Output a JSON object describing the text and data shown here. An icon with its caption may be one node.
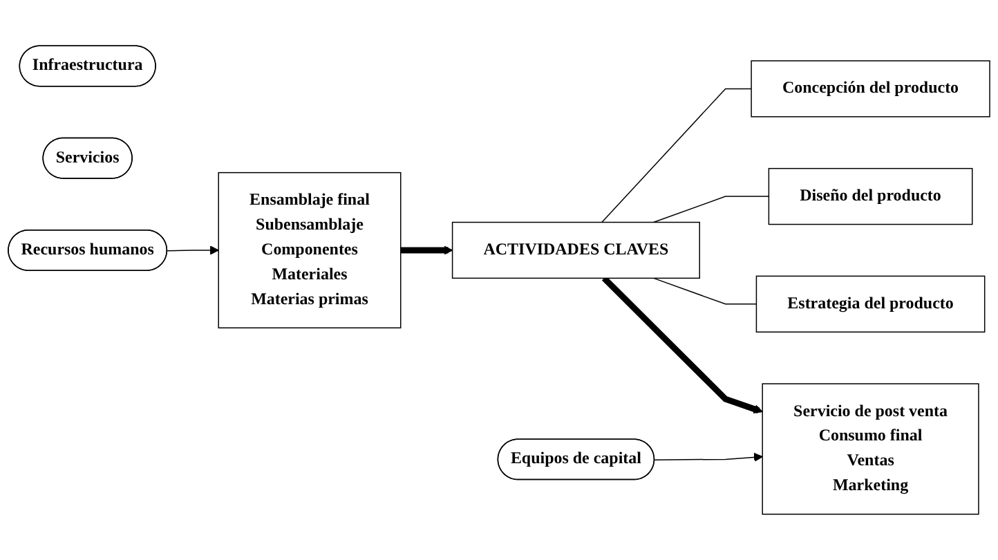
{
  "diagram": {
    "nodes": [
      {
        "text": [
          "Servicio de post venta",
          "Consumo final",
          "Ventas",
          "Marketing"
        ]
      },
      {
        "text": [
          "Estrategia del producto"
        ]
      },
      {
        "text": [
          "ACTIVIDADES CLAVES"
        ]
      },
      {
        "text": [
          "Ensamblaje final",
          "Subensamblaje",
          "Componentes",
          "Materiales",
          "Materias primas"
        ]
      },
      {
        "text": [
          "Diseño del producto"
        ]
      },
      {
        "text": [
          "Concepción del producto"
        ]
      },
      {
        "text": [
          "Infraestructura"
        ]
      },
      {
        "text": [
          "Servicios"
        ]
      },
      {
        "text": [
          "Recursos humanos"
        ]
      },
      {
        "text": [
          "Equipos de capital"
        ]
      }
    ],
    "edges": [
      {
        "from": 2,
        "to": 1,
        "arrow": "none"
      },
      {
        "from": 3,
        "to": 2,
        "arrow": "to",
        "style": "thick"
      },
      {
        "from": 2,
        "to": 0,
        "arrow": "to",
        "style": "thick"
      },
      {
        "from": 2,
        "to": 4,
        "arrow": "none"
      },
      {
        "from": 2,
        "to": 5,
        "arrow": "none"
      },
      {
        "from": 8,
        "to": 3,
        "arrow": "to"
      },
      {
        "from": 9,
        "to": 0,
        "arrow": "to"
      }
    ]
  }
}
